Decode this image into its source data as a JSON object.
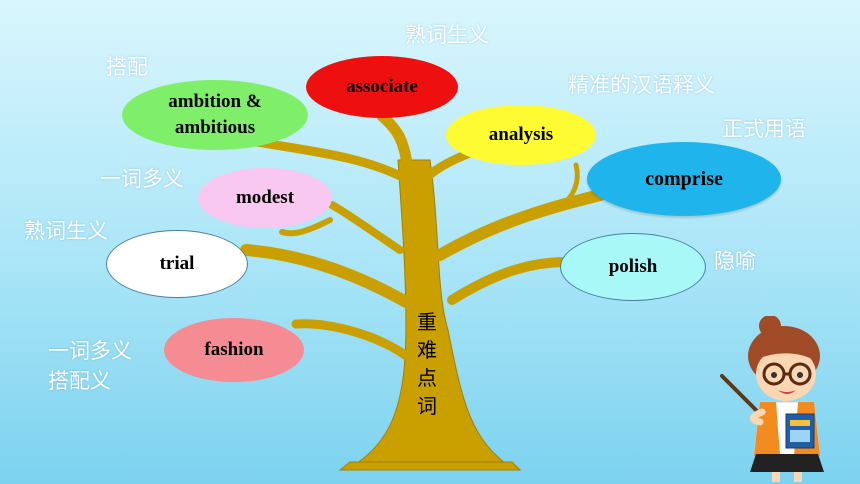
{
  "colors": {
    "tree": "#c9a000",
    "tree_dark": "#a37f00",
    "note_text": "#ffffff",
    "ambition_fill": "#7fef6a",
    "associate_fill": "#ee0f0f",
    "analysis_fill": "#fffb33",
    "comprise_fill": "#1fb5ec",
    "modest_fill": "#f8c8f0",
    "trial_fill": "#ffffff",
    "polish_fill": "#a8f8f8",
    "fashion_fill": "#f58b93"
  },
  "trunk_label": [
    "重",
    "难",
    "点",
    "词"
  ],
  "words": {
    "ambition": [
      "ambition &",
      "ambitious"
    ],
    "associate": "associate",
    "analysis": "analysis",
    "comprise": "comprise",
    "modest": "modest",
    "trial": "trial",
    "polish": "polish",
    "fashion": "fashion"
  },
  "notes": {
    "top_center": "熟词生义",
    "top_left": "搭配",
    "right_top": "精准的汉语释义",
    "right_mid": "正式用语",
    "left_upper": "一词多义",
    "left_mid": "熟词生义",
    "right_lower": "隐喻",
    "left_lower_1": "一词多义",
    "left_lower_2": "搭配义"
  },
  "illustration": {
    "character": "teacher-cartoon",
    "props": [
      "pointer-stick",
      "book"
    ]
  }
}
